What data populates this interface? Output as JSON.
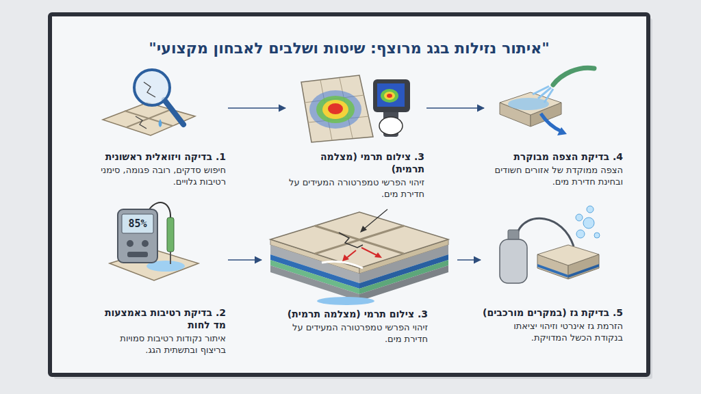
{
  "diagram": {
    "title": "\"איתור נזילות בגג מרוצף: שיטות ושלבים לאבחון מקצועי\"",
    "nodes": [
      {
        "text": [
          "1. בדיקה ויזואלית ראשונית",
          "חיפוש סדקים, רובה פגומה, סימני רטיבות גלויים."
        ]
      },
      {
        "text": [
          "3. צילום תרמי (מצלמה תרמית)",
          "זיהוי הפרשי טמפרטורה המעידים על חדירת מים."
        ]
      },
      {
        "text": [
          "4. בדיקת הצפה מבוקרת",
          "הצפה ממוקדת של אזורים חשודים ובחינת חדירת מים."
        ]
      },
      {
        "text": [
          "2. בדיקת רטיבות באמצעות מד לחות",
          "איתור נקודות רטיבות סמויות בריצוף ובתשתית הגג."
        ]
      },
      {
        "text": [
          "3. צילום תרמי (מצלמה תרמית)",
          "זיהוי הפרשי טמפרטורה המעידים על חדירת מים."
        ]
      },
      {
        "text": [
          "5. בדיקת גז (במקרים מורכבים)",
          "הזרמת גז אינרטי וזיהוי יציאתו בנקודת הכשל המדויקת."
        ]
      }
    ],
    "edges": [
      {
        "from": 0,
        "to": 1,
        "arrow": "to"
      },
      {
        "from": 1,
        "to": 2,
        "arrow": "to"
      },
      {
        "from": 3,
        "to": 4,
        "arrow": "to"
      },
      {
        "from": 4,
        "to": 5,
        "arrow": "to"
      }
    ],
    "labels": [
      "85%"
    ]
  }
}
